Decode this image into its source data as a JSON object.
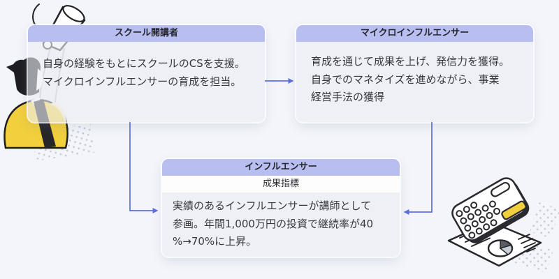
{
  "diagram": {
    "cards": {
      "school": {
        "title": "スクール開講者",
        "body": "自身の経験をもとにスクールのCSを支援。\nマイクロインフルエンサーの育成を担当。"
      },
      "micro": {
        "title": "マイクロインフルエンサー",
        "body": "育成を通じて成果を上げ、発信力を獲得。\n自身でのマネタイズを進めながら、事業\n経営手法の獲得"
      },
      "influencer": {
        "title": "インフルエンサー",
        "subtitle": "成果指標",
        "body": "実績のあるインフルエンサーが講師として\n参画。年間1,000万円の投資で継続率が40\n%→70%に上昇。"
      }
    },
    "connections": [
      {
        "from": "school",
        "to": "micro",
        "direction": "right"
      },
      {
        "from": "school",
        "to": "influencer",
        "direction": "down-right"
      },
      {
        "from": "micro",
        "to": "influencer",
        "direction": "down-left"
      }
    ],
    "illustrations": {
      "left": "person-with-megaphone",
      "right": "calculator-and-report"
    },
    "colors": {
      "page_bg": "#f3f5fa",
      "card_header_bg": "#b9bef0",
      "card_body_bg": "#eceef3",
      "subtitle_bg": "#fdfdfe",
      "title_text": "#24252c",
      "body_text": "#37383f",
      "arrow": "#5d6ede",
      "illustration_yellow": "#f2cf3d",
      "illustration_outline": "#232327",
      "halftone_dot": "#c6cad4"
    }
  }
}
